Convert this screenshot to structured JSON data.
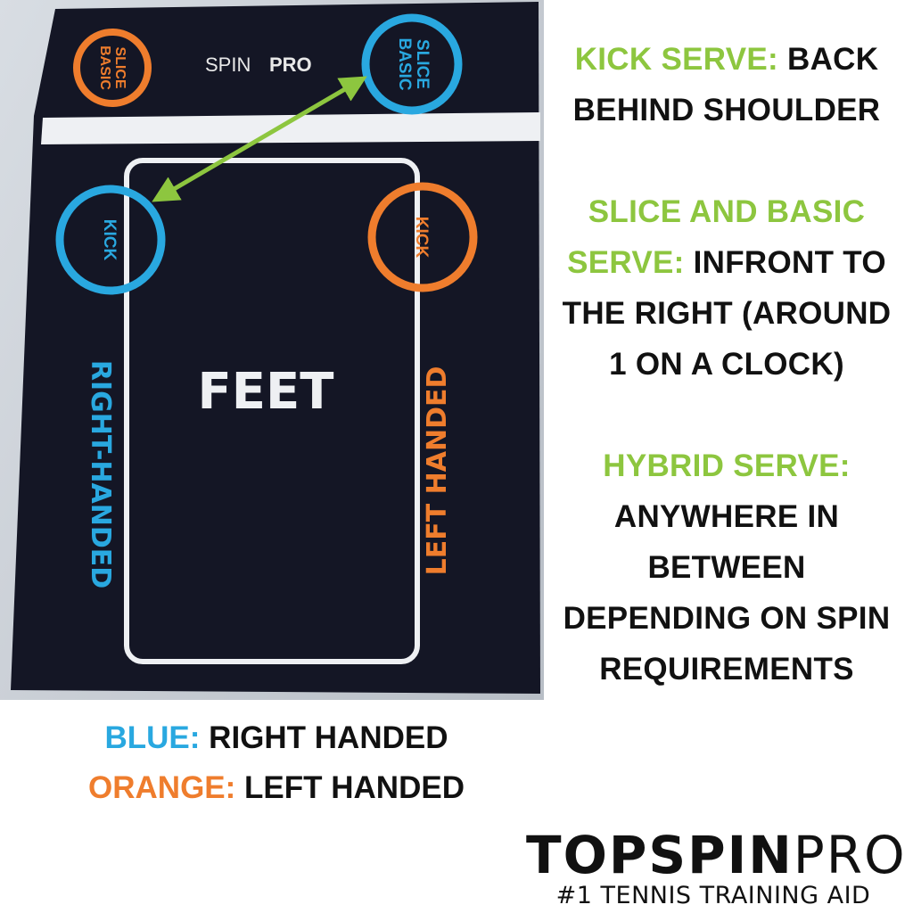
{
  "mat": {
    "brand_spin": "SPIN",
    "brand_pro": "PRO",
    "circles": [
      {
        "label_line1": "SLICE",
        "label_line2": "BASIC",
        "color": "#ef7d2d"
      },
      {
        "label_line1": "SLICE",
        "label_line2": "BASIC",
        "color": "#29a8e0"
      },
      {
        "label": "KICK",
        "color": "#29a8e0"
      },
      {
        "label": "KICK",
        "color": "#ef7d2d"
      }
    ],
    "feet_label": "FEET",
    "right_handed_label": "RIGHT-HANDED",
    "left_handed_label": "LEFT HANDED",
    "arrow_color": "#8dc63f"
  },
  "instructions": {
    "kick": {
      "heading": "KICK SERVE:",
      "text_1": " BACK",
      "text_2": "BEHIND SHOULDER"
    },
    "slice": {
      "heading_1": "SLICE AND BASIC",
      "heading_2": "SERVE:",
      "text_1": " INFRONT TO",
      "text_2": "THE RIGHT (AROUND",
      "text_3": "1 ON A CLOCK)"
    },
    "hybrid": {
      "heading": "HYBRID SERVE:",
      "text_1": "ANYWHERE IN",
      "text_2": "BETWEEN",
      "text_3": "DEPENDING ON SPIN",
      "text_4": "REQUIREMENTS"
    }
  },
  "legend": {
    "blue_label": "BLUE:",
    "blue_text": " RIGHT HANDED",
    "orange_label": "ORANGE:",
    "orange_text": " LEFT HANDED"
  },
  "brand": {
    "top": "TOPSPIN",
    "pro": "PRO",
    "tagline": "#1 TENNIS TRAINING AID"
  },
  "colors": {
    "green_accent": "#8dc63f",
    "blue": "#29a8e0",
    "orange": "#ef7d2d",
    "mat": "#141625"
  }
}
